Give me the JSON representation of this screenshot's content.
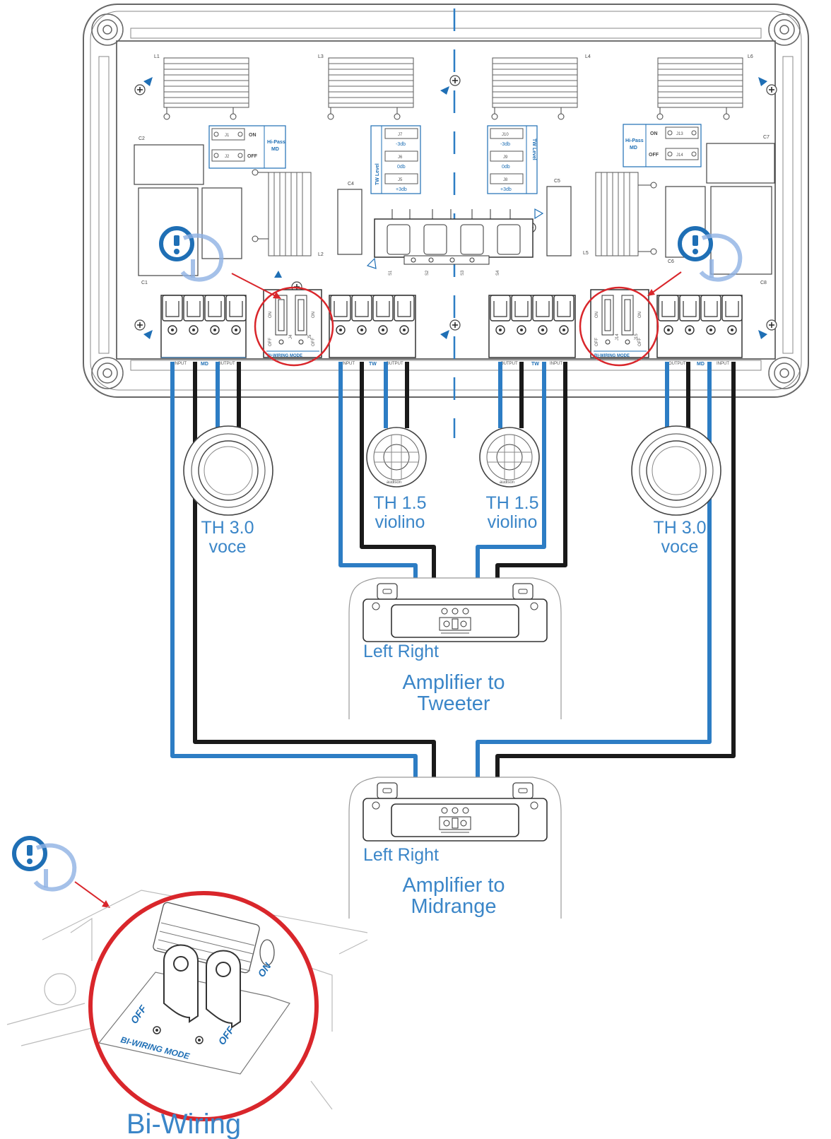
{
  "colors": {
    "accent": "#1f6fb5",
    "wire_blue": "#2d7dc4",
    "wire_black": "#1a1a1a",
    "highlight_red": "#d9262b",
    "label_blue": "#3b86c8",
    "line_gray": "#555555"
  },
  "board": {
    "inductors": [
      "L1",
      "L3",
      "L4",
      "L6"
    ],
    "inductor_l2": "L2",
    "inductor_l5": "L5",
    "capacitors": {
      "c1": "C1",
      "c2": "C2",
      "c4": "C4",
      "c5": "C5",
      "c6": "C6",
      "c7": "C7",
      "c8": "C8"
    },
    "hipass_left": {
      "j1": "J1",
      "j2": "J2",
      "on": "ON",
      "off": "OFF",
      "title_1": "Hi-Pass",
      "title_2": "MD"
    },
    "hipass_right": {
      "j13": "J13",
      "j14": "J14",
      "on": "ON",
      "off": "OFF",
      "title_1": "Hi-Pass",
      "title_2": "MD"
    },
    "tw_level_left": {
      "title": "TW Level",
      "j7": "J7",
      "j6": "J6",
      "j5": "J5",
      "minus": "-3db",
      "zero": "0db",
      "plus": "+3db"
    },
    "tw_level_right": {
      "title": "TW Level",
      "j10": "J10",
      "j9": "J9",
      "j8": "J8",
      "minus": "-3db",
      "zero": "0db",
      "plus": "+3db"
    },
    "terminal_labels": {
      "s1": "S1",
      "s2": "S2",
      "s3": "S3",
      "s4": "S4"
    },
    "biwiring_left": {
      "title": "BI-WIRING MODE",
      "j4": "J4",
      "j5": "J5",
      "on": "ON",
      "off": "OFF"
    },
    "biwiring_right": {
      "title": "BI-WIRING MODE",
      "j14": "J14",
      "j15": "J15",
      "on": "ON",
      "off": "OFF"
    },
    "blocks": {
      "input": "INPUT",
      "output": "OUTPUT",
      "md": "MD",
      "tw": "TW"
    }
  },
  "speakers": {
    "th30_left": {
      "line1": "TH 3.0",
      "line2": "voce"
    },
    "th15_left": {
      "line1": "TH 1.5",
      "line2": "violino"
    },
    "th15_right": {
      "line1": "TH 1.5",
      "line2": "violino"
    },
    "th30_right": {
      "line1": "TH 3.0",
      "line2": "voce"
    },
    "tweeter_brand": "audison"
  },
  "amplifiers": {
    "tweeter": {
      "left_right": "Left Right",
      "line1": "Amplifier to",
      "line2": "Tweeter"
    },
    "midrange": {
      "left_right": "Left Right",
      "line1": "Amplifier to",
      "line2": "Midrange"
    }
  },
  "inset": {
    "caption": "Bi-Wiring",
    "off_left": "OFF",
    "off_right": "OFF",
    "on": "ON",
    "mode": "BI-WIRING MODE"
  },
  "icons": [
    "warning-exclamation-icon",
    "screw-mount-icon",
    "plus-mount-icon",
    "arrow-marker-icon"
  ]
}
